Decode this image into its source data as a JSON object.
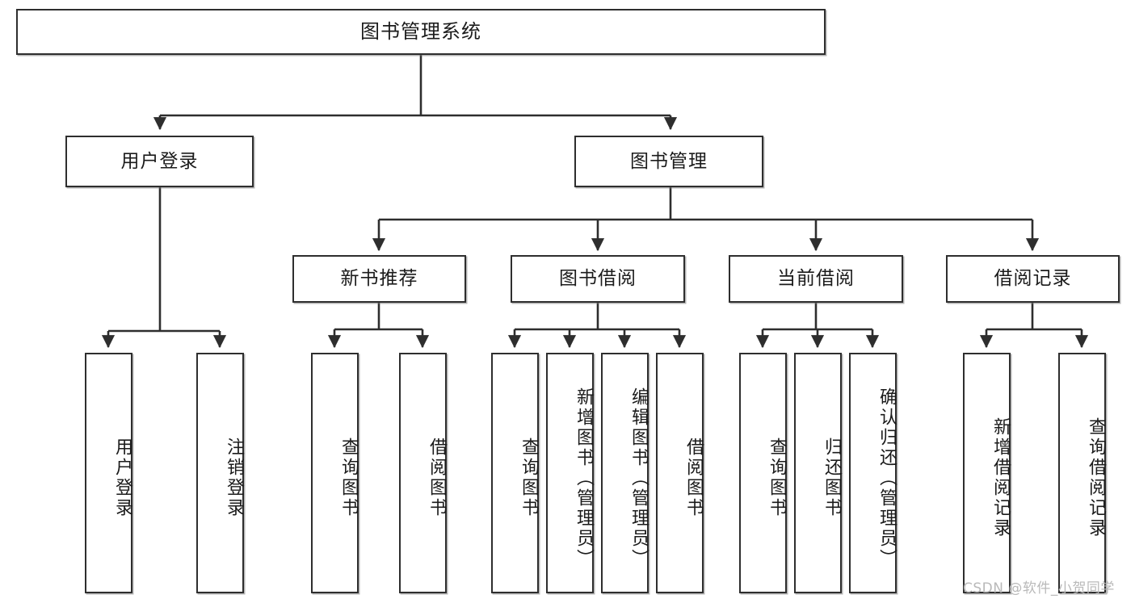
{
  "diagram": {
    "type": "tree-hierarchy",
    "title": "图书管理系统",
    "watermark": "CSDN @软件_小贺同学",
    "colors": {
      "box_border": "#2e2e2e",
      "box_fill": "#ffffff",
      "connector": "#2e2e2e",
      "text": "#1b1b1b",
      "watermark": "#b9b9b9"
    },
    "levels": {
      "root": {
        "label": "图书管理系统"
      },
      "level2": [
        {
          "id": "user-login",
          "label": "用户登录"
        },
        {
          "id": "book-manage",
          "label": "图书管理"
        }
      ],
      "level3": [
        {
          "id": "new-book-recommend",
          "label": "新书推荐"
        },
        {
          "id": "book-borrow",
          "label": "图书借阅"
        },
        {
          "id": "current-borrow",
          "label": "当前借阅"
        },
        {
          "id": "borrow-record",
          "label": "借阅记录"
        }
      ],
      "leaves": {
        "user-login": [
          {
            "id": "leaf-user-login",
            "label": "用户登录"
          },
          {
            "id": "leaf-logout-login",
            "label": "注销登录"
          }
        ],
        "new-book-recommend": [
          {
            "id": "leaf-query-book-1",
            "label": "查询图书"
          },
          {
            "id": "leaf-borrow-book-1",
            "label": "借阅图书"
          }
        ],
        "book-borrow": [
          {
            "id": "leaf-query-book-2",
            "label": "查询图书"
          },
          {
            "id": "leaf-add-book",
            "label": "新增图书（管理员）"
          },
          {
            "id": "leaf-edit-book",
            "label": "编辑图书（管理员）"
          },
          {
            "id": "leaf-borrow-book-2",
            "label": "借阅图书"
          }
        ],
        "current-borrow": [
          {
            "id": "leaf-query-book-3",
            "label": "查询图书"
          },
          {
            "id": "leaf-return-book",
            "label": "归还图书"
          },
          {
            "id": "leaf-confirm-return",
            "label": "确认归还（管理员）"
          }
        ],
        "borrow-record": [
          {
            "id": "leaf-add-record",
            "label": "新增借阅记录"
          },
          {
            "id": "leaf-query-record",
            "label": "查询借阅记录"
          }
        ]
      }
    }
  }
}
